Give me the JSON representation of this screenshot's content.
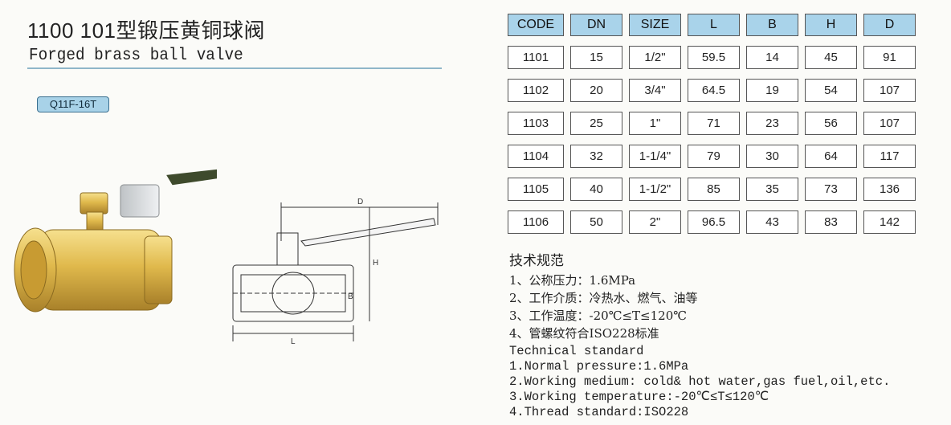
{
  "header": {
    "title_cn": "1100 101型锻压黄铜球阀",
    "title_en": "Forged brass ball valve",
    "model": "Q11F-16T"
  },
  "drawing_labels": {
    "d": "D",
    "h": "H",
    "b": "B",
    "l": "L"
  },
  "table": {
    "columns": [
      "CODE",
      "DN",
      "SIZE",
      "L",
      "B",
      "H",
      "D"
    ],
    "rows": [
      [
        "1101",
        "15",
        "1/2\"",
        "59.5",
        "14",
        "45",
        "91"
      ],
      [
        "1102",
        "20",
        "3/4\"",
        "64.5",
        "19",
        "54",
        "107"
      ],
      [
        "1103",
        "25",
        "1\"",
        "71",
        "23",
        "56",
        "107"
      ],
      [
        "1104",
        "32",
        "1-1/4\"",
        "79",
        "30",
        "64",
        "117"
      ],
      [
        "1105",
        "40",
        "1-1/2\"",
        "85",
        "35",
        "73",
        "136"
      ],
      [
        "1106",
        "50",
        "2\"",
        "96.5",
        "43",
        "83",
        "142"
      ]
    ]
  },
  "standard_cn": {
    "heading": "技术规范",
    "lines": [
      "1、公称压力：1.6MPa",
      "2、工作介质：冷热水、燃气、油等",
      "3、工作温度：-20℃≤T≤120℃",
      "4、管螺纹符合ISO228标准"
    ]
  },
  "standard_en": {
    "heading": "Technical standard",
    "lines": [
      "1.Normal pressure:1.6MPa",
      "2.Working medium: cold& hot water,gas fuel,oil,etc.",
      "3.Working temperature:-20℃≤T≤120℃",
      "4.Thread standard:ISO228"
    ]
  },
  "colors": {
    "header_cell": "#a9d3ea",
    "badge": "#a8d2e8",
    "rule": "#8fb6c9",
    "brass": "#d9b24a",
    "handle": "#3e4a2c"
  }
}
